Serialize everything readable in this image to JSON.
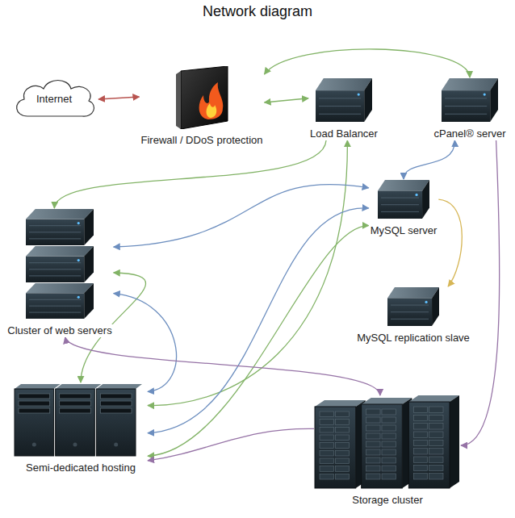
{
  "diagram": {
    "title": "Network diagram",
    "nodes": [
      {
        "text": [
          "Internet"
        ]
      },
      {
        "text": [
          "Firewall / DDoS protection"
        ]
      },
      {
        "text": [
          "Load Balancer"
        ]
      },
      {
        "text": [
          "cPanel® server"
        ]
      },
      {
        "text": [
          "Cluster of web servers"
        ]
      },
      {
        "text": [
          "MySQL server"
        ]
      },
      {
        "text": [
          "MySQL replication slave"
        ]
      },
      {
        "text": [
          "Semi-dedicated hosting"
        ]
      },
      {
        "text": [
          "Storage cluster"
        ]
      }
    ],
    "edges": [
      {
        "from": 0,
        "to": 1,
        "arrow": "both"
      },
      {
        "from": 1,
        "to": 2,
        "arrow": "both"
      },
      {
        "from": 1,
        "to": 3,
        "arrow": "both"
      },
      {
        "from": 2,
        "to": 4,
        "arrow": "to"
      },
      {
        "from": 2,
        "to": 7,
        "arrow": "both"
      },
      {
        "from": 3,
        "to": 5,
        "arrow": "both"
      },
      {
        "from": 5,
        "to": 4,
        "arrow": "both"
      },
      {
        "from": 4,
        "to": 7,
        "arrow": "both"
      },
      {
        "from": 5,
        "to": 7,
        "arrow": "both"
      },
      {
        "from": 4,
        "to": 7,
        "arrow": "both"
      },
      {
        "from": 5,
        "to": 7,
        "arrow": "both"
      },
      {
        "from": 5,
        "to": 6,
        "arrow": "to"
      },
      {
        "from": 4,
        "to": 8,
        "arrow": "both"
      },
      {
        "from": 8,
        "to": 7,
        "arrow": "to"
      },
      {
        "from": 3,
        "to": 8,
        "arrow": "to"
      }
    ]
  }
}
